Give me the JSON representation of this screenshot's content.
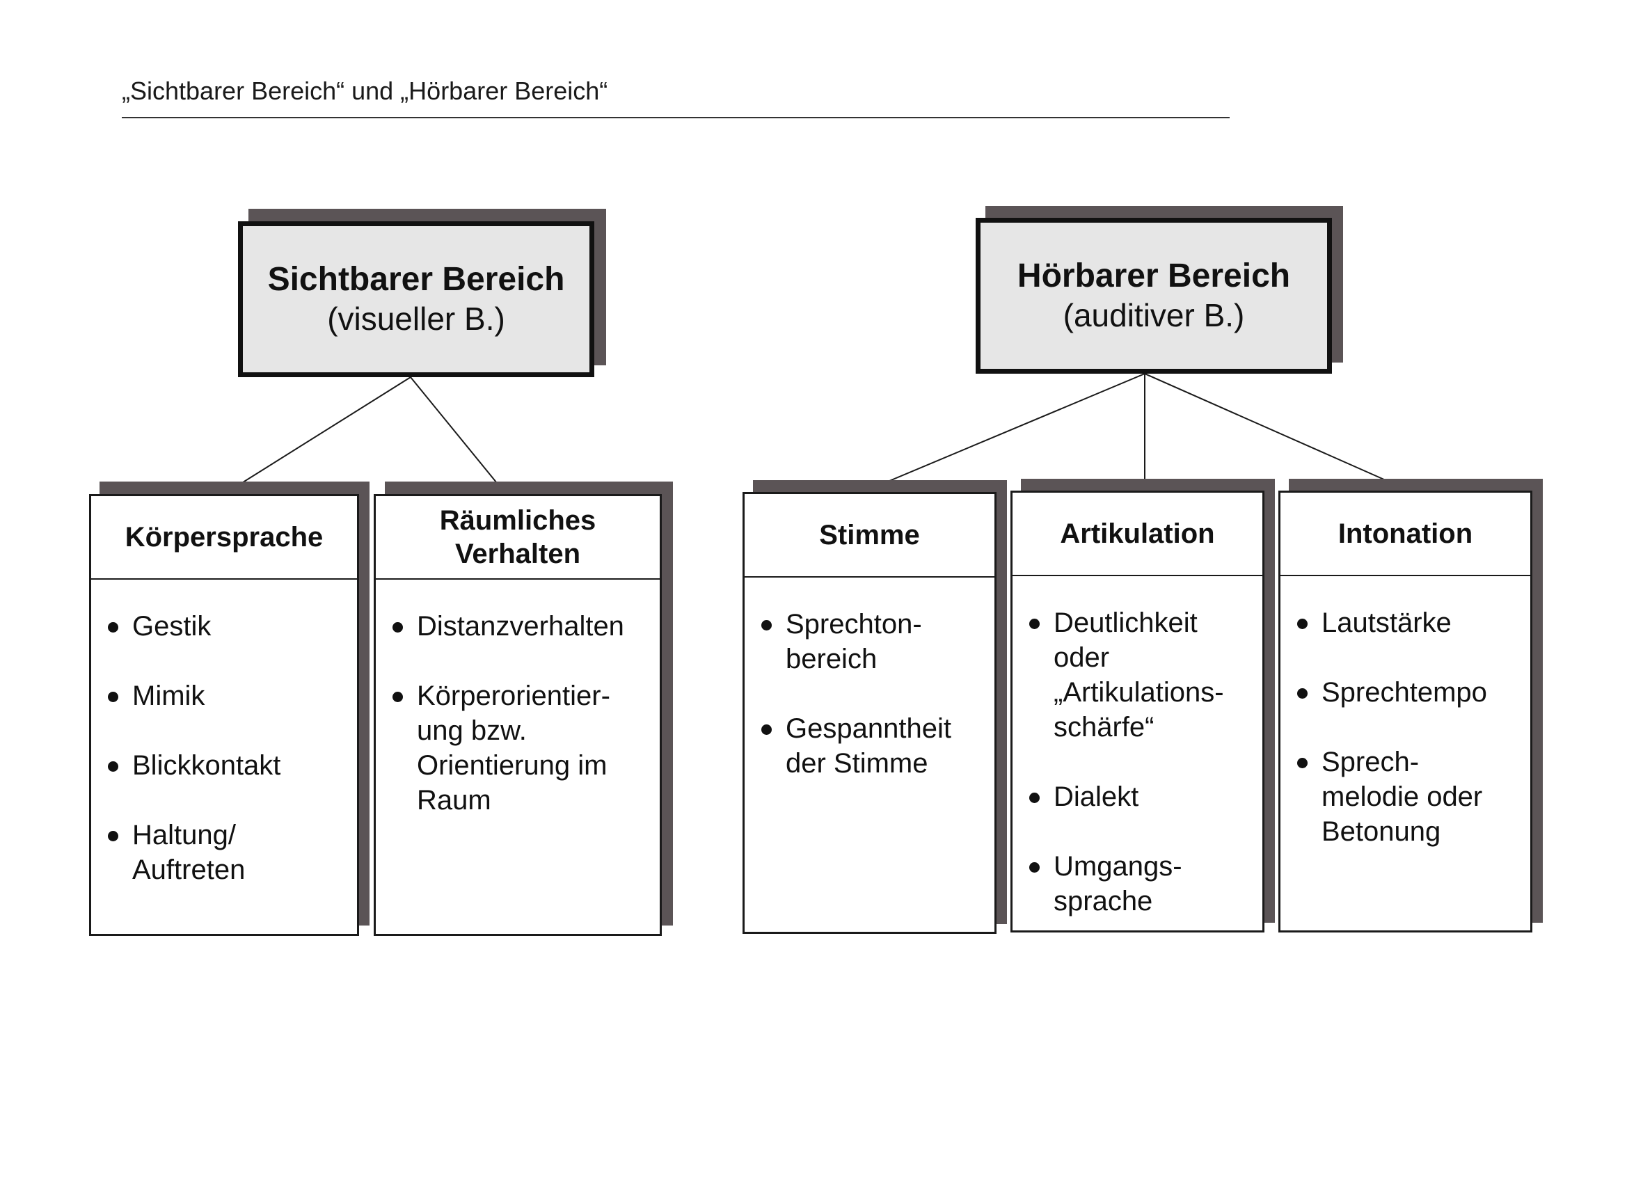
{
  "header": {
    "title": "„Sichtbarer Bereich“ und „Hörbarer Bereich“"
  },
  "colors": {
    "shadow": "#5b5456",
    "root_fill": "#e6e6e6",
    "border": "#111111"
  },
  "roots": [
    {
      "title": "Sichtbarer Bereich",
      "subtitle": "(visueller B.)",
      "categories": [
        {
          "heading": "Körpersprache",
          "items": [
            "Gestik",
            "Mimik",
            "Blickkontakt",
            "Haltung/\nAuftreten"
          ]
        },
        {
          "heading": "Räumliches\nVerhalten",
          "items": [
            "Distanzverhalten",
            "Körperorientier-\nung bzw.\nOrientierung im\nRaum"
          ]
        }
      ]
    },
    {
      "title": "Hörbarer Bereich",
      "subtitle": "(auditiver B.)",
      "categories": [
        {
          "heading": "Stimme",
          "items": [
            "Sprechton-\nbereich",
            "Gespanntheit\nder Stimme"
          ]
        },
        {
          "heading": "Artikulation",
          "items": [
            "Deutlichkeit\noder\n„Artikulations-\nschärfe“",
            "Dialekt",
            "Umgangs-\nsprache"
          ]
        },
        {
          "heading": "Intonation",
          "items": [
            "Lautstärke",
            "Sprechtempo",
            "Sprech-\nmelodie oder\nBetonung"
          ]
        }
      ]
    }
  ]
}
